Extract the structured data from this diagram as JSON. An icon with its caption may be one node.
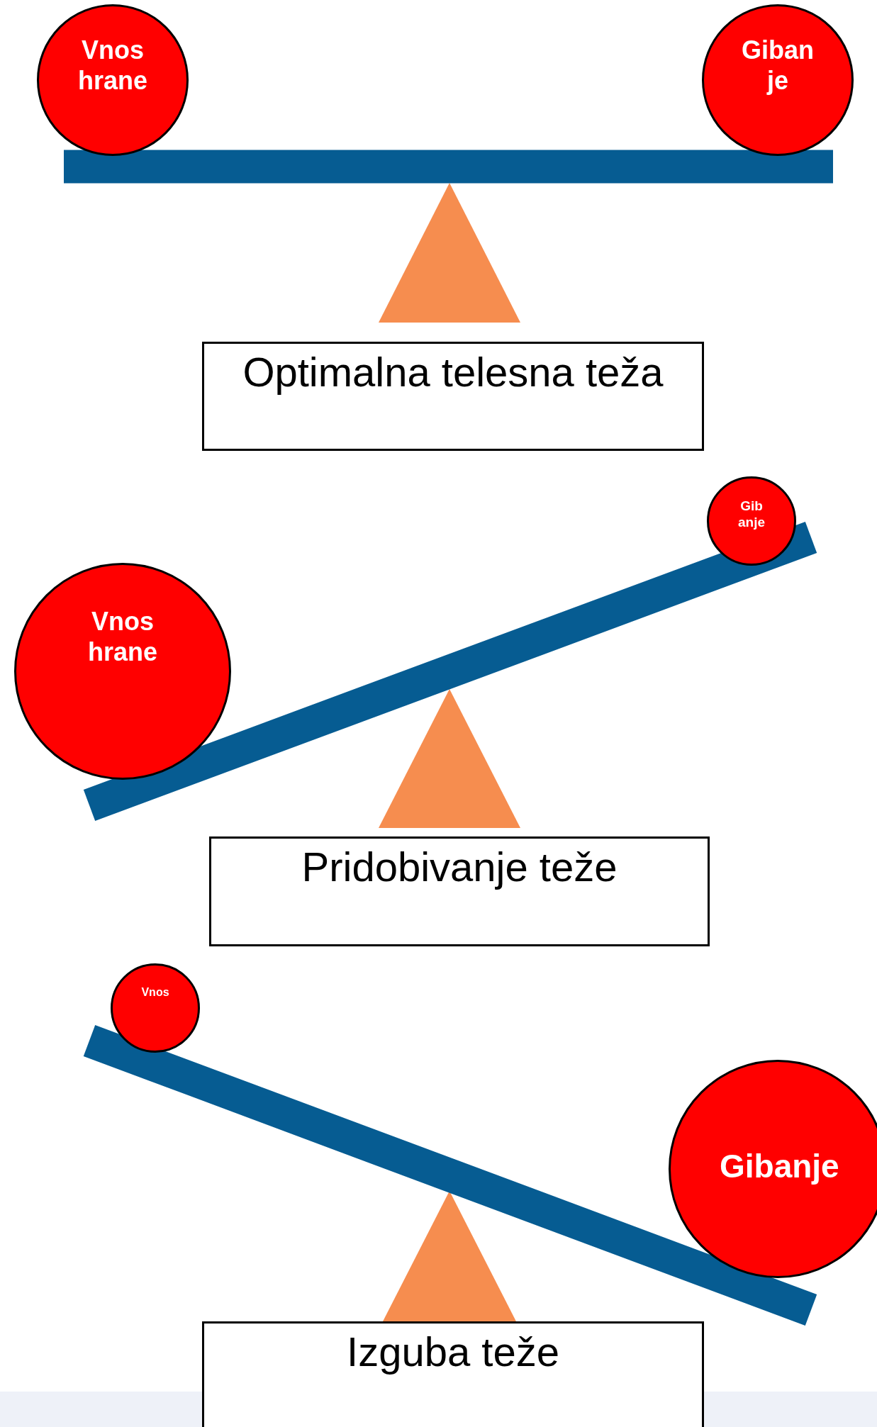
{
  "diagram": {
    "nodes": [
      {
        "text": [
          "Vnos hrane"
        ]
      },
      {
        "text": [
          "Giban je"
        ]
      },
      {
        "text": [
          "Optimalna telesna teža"
        ]
      },
      {
        "text": [
          "Vnos hrane"
        ]
      },
      {
        "text": [
          "Gib anje"
        ]
      },
      {
        "text": [
          "Pridobivanje teže"
        ]
      },
      {
        "text": [
          "Vnos"
        ]
      },
      {
        "text": [
          "Gibanje"
        ]
      },
      {
        "text": [
          "Izguba teže"
        ]
      }
    ]
  }
}
